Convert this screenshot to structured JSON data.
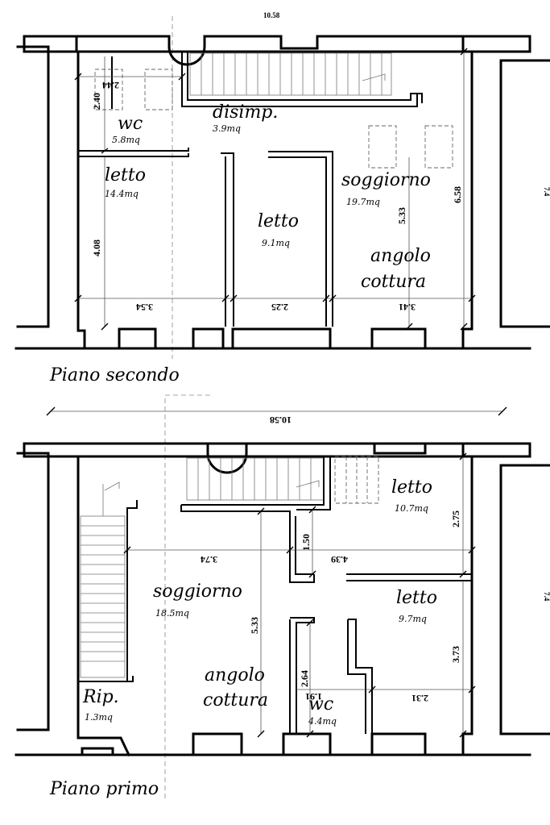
{
  "second_floor": {
    "title": "Piano secondo",
    "top_clipped_label": "10.58",
    "rooms": {
      "wc": "wc",
      "wc_area": "5.8mq",
      "disimp": "disimp.",
      "disimp_area": "3.9mq",
      "letto_left": "letto",
      "letto_left_area": "14.4mq",
      "letto_mid": "letto",
      "letto_mid_area": "9.1mq",
      "soggiorno": "soggiorno",
      "soggiorno_area": "19.7mq",
      "angolo": "angolo",
      "cottura": "cottura"
    },
    "dims": {
      "d244": "2.44",
      "d240": "2.40",
      "d408": "4.08",
      "d354": "3.54",
      "d225": "2.25",
      "d341": "3.41",
      "d533": "5.33",
      "d658": "6.58"
    }
  },
  "first_floor": {
    "title": "Piano primo",
    "overall": "10.58",
    "rooms": {
      "letto_top": "letto",
      "letto_top_area": "10.7mq",
      "letto_bottom": "letto",
      "letto_bottom_area": "9.7mq",
      "soggiorno": "soggiorno",
      "soggiorno_area": "18.5mq",
      "angolo": "angolo",
      "cottura": "cottura",
      "rip": "Rip.",
      "rip_area": "1.3mq",
      "wc": "wc",
      "wc_area": "4.4mq"
    },
    "dims": {
      "d374": "3.74",
      "d439": "4.39",
      "d150": "1.50",
      "d275": "2.75",
      "d533": "5.33",
      "d264": "2.64",
      "d191": "1.91",
      "d231": "2.31",
      "d373": "3.73"
    }
  },
  "edge_label": "7.4"
}
